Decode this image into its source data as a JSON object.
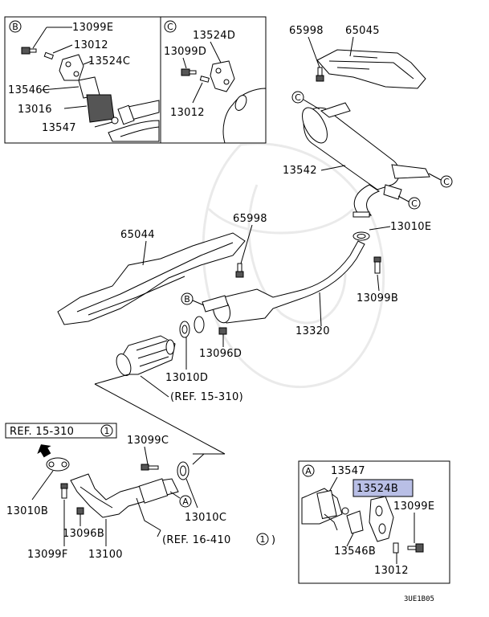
{
  "inset_b": {
    "marker": "B",
    "labels": [
      "13099E",
      "13012",
      "13524C",
      "13546C",
      "13016",
      "13547"
    ]
  },
  "inset_c": {
    "marker": "C",
    "labels": [
      "13524D",
      "13099D",
      "13012"
    ]
  },
  "inset_a": {
    "marker": "A",
    "labels": [
      "13547",
      "13524B",
      "13099E",
      "13546B",
      "13012"
    ],
    "highlighted": "13524B",
    "highlight_color": "#b9bfe6"
  },
  "main": {
    "labels": {
      "p65998_top": "65998",
      "p65045": "65045",
      "p13542": "13542",
      "p13010E": "13010E",
      "p65044": "65044",
      "p65998_mid": "65998",
      "p13099B": "13099B",
      "p13320": "13320",
      "p13096D": "13096D",
      "p13010D": "13010D",
      "ref_15_310": "(REF. 15-310)",
      "ref_15_310_1": "REF. 15-310",
      "ref_15_310_1_num": "1",
      "p13099C": "13099C",
      "p13010B": "13010B",
      "p13096B": "13096B",
      "p13099F": "13099F",
      "p13100": "13100",
      "p13010C": "13010C",
      "ref_16_410": "(REF. 16-410",
      "ref_16_410_num": "1",
      "ref_16_410_close": ")"
    },
    "markers": {
      "c": "C",
      "b": "B",
      "a": "A"
    }
  },
  "footer": {
    "code": "3UE1B05"
  }
}
